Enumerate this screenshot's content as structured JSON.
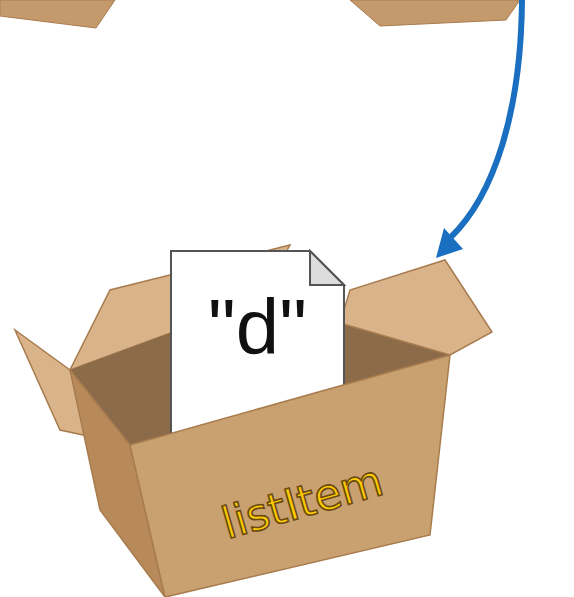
{
  "diagram": {
    "nodes": [
      {
        "text": [
          "listItem"
        ]
      },
      {
        "text": [
          "\"d\""
        ],
        "in": 0
      }
    ]
  }
}
